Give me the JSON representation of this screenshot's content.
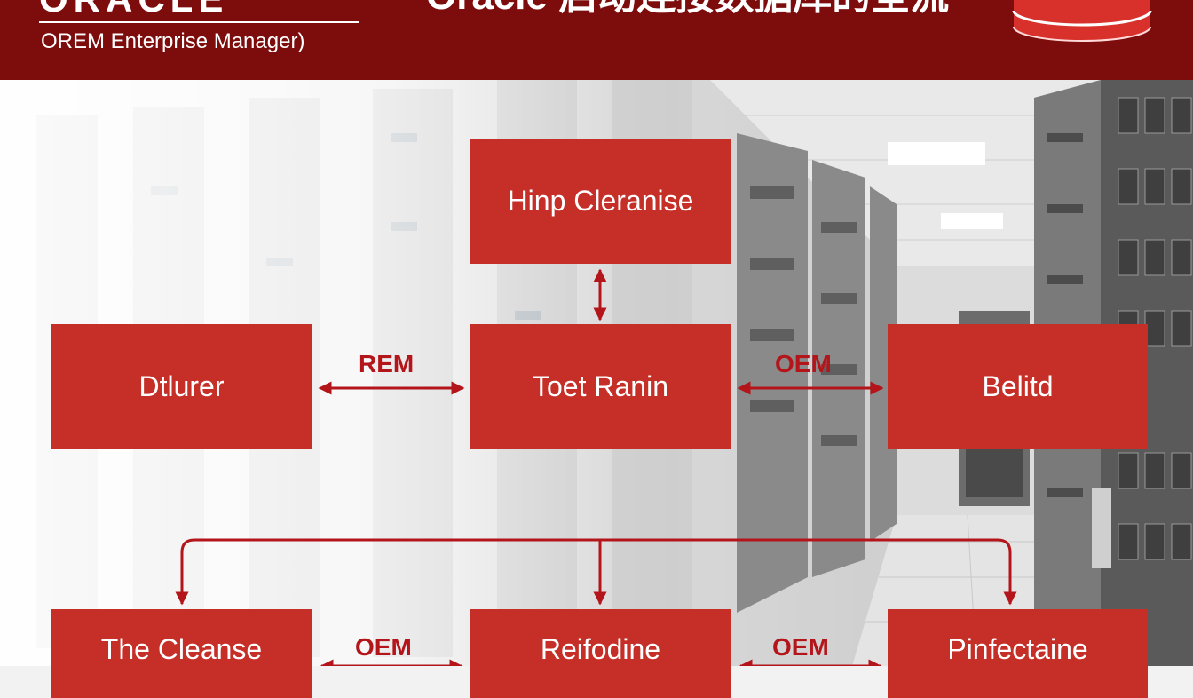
{
  "header": {
    "logo_text": "ORACLE",
    "subtitle": "OREM Enterprise Manager)",
    "title": "Oracle 启动连接数据库的全流"
  },
  "diagram": {
    "nodes": {
      "top": "Hinp Cleranise",
      "center": "Toet Ranin",
      "left": "Dtlurer",
      "right": "Belitd",
      "bottom_left": "The Cleanse",
      "bottom_center": "Reifodine",
      "bottom_right": "Pinfectaine"
    },
    "edge_labels": {
      "left_center": "REM",
      "center_right": "OEM",
      "bottom_left_center": "OEM",
      "bottom_center_right": "OEM"
    }
  },
  "colors": {
    "header_bg": "#7d0c0c",
    "box_fill": "#c62f28",
    "arrow": "#b3151a"
  }
}
